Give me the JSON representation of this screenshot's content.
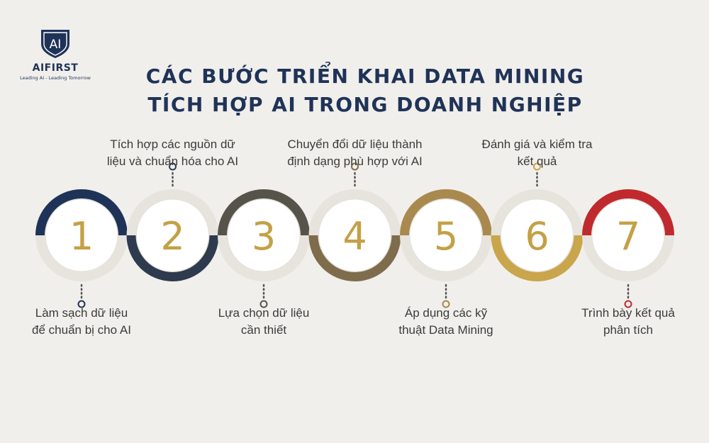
{
  "logo": {
    "mark": "AI",
    "name": "AIFIRST",
    "tagline": "Leading AI - Leading Tomorrow"
  },
  "title": {
    "line1": "CÁC BƯỚC TRIỂN KHAI DATA MINING",
    "line2": "TÍCH HỢP AI TRONG DOANH NGHIỆP"
  },
  "colors": {
    "background": "#f1efeb",
    "title": "#1f3358",
    "number": "#c4a046",
    "circle_fill": "#ffffff"
  },
  "steps": [
    {
      "number": "1",
      "ring_color": "#1f3358",
      "label_position": "below",
      "text": [
        "Làm sạch dữ liệu",
        "để chuẩn bị cho AI"
      ]
    },
    {
      "number": "2",
      "ring_color": "#2e3a4d",
      "label_position": "above",
      "text": [
        "Tích hợp các nguồn dữ",
        "liệu và chuẩn hóa cho AI"
      ]
    },
    {
      "number": "3",
      "ring_color": "#56544a",
      "label_position": "below",
      "text": [
        "Lựa chọn dữ liệu",
        "cần thiết"
      ]
    },
    {
      "number": "4",
      "ring_color": "#7e6c4c",
      "label_position": "above",
      "text": [
        "Chuyển đổi dữ liệu thành",
        "định dạng phù hợp với AI"
      ]
    },
    {
      "number": "5",
      "ring_color": "#a9894e",
      "label_position": "below",
      "text": [
        "Áp dụng các kỹ",
        "thuật Data Mining"
      ]
    },
    {
      "number": "6",
      "ring_color": "#c9a54b",
      "label_position": "above",
      "text": [
        "Đánh giá và kiểm tra",
        "kết quả"
      ]
    },
    {
      "number": "7",
      "ring_color": "#c02a2e",
      "label_position": "below",
      "text": [
        "Trình bày kết quả",
        "phân tích"
      ]
    }
  ]
}
